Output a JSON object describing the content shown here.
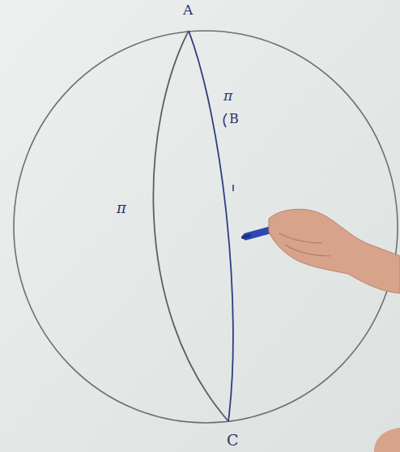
{
  "diagram": {
    "labels": [
      "A",
      "π",
      "B",
      "π",
      "C"
    ]
  }
}
